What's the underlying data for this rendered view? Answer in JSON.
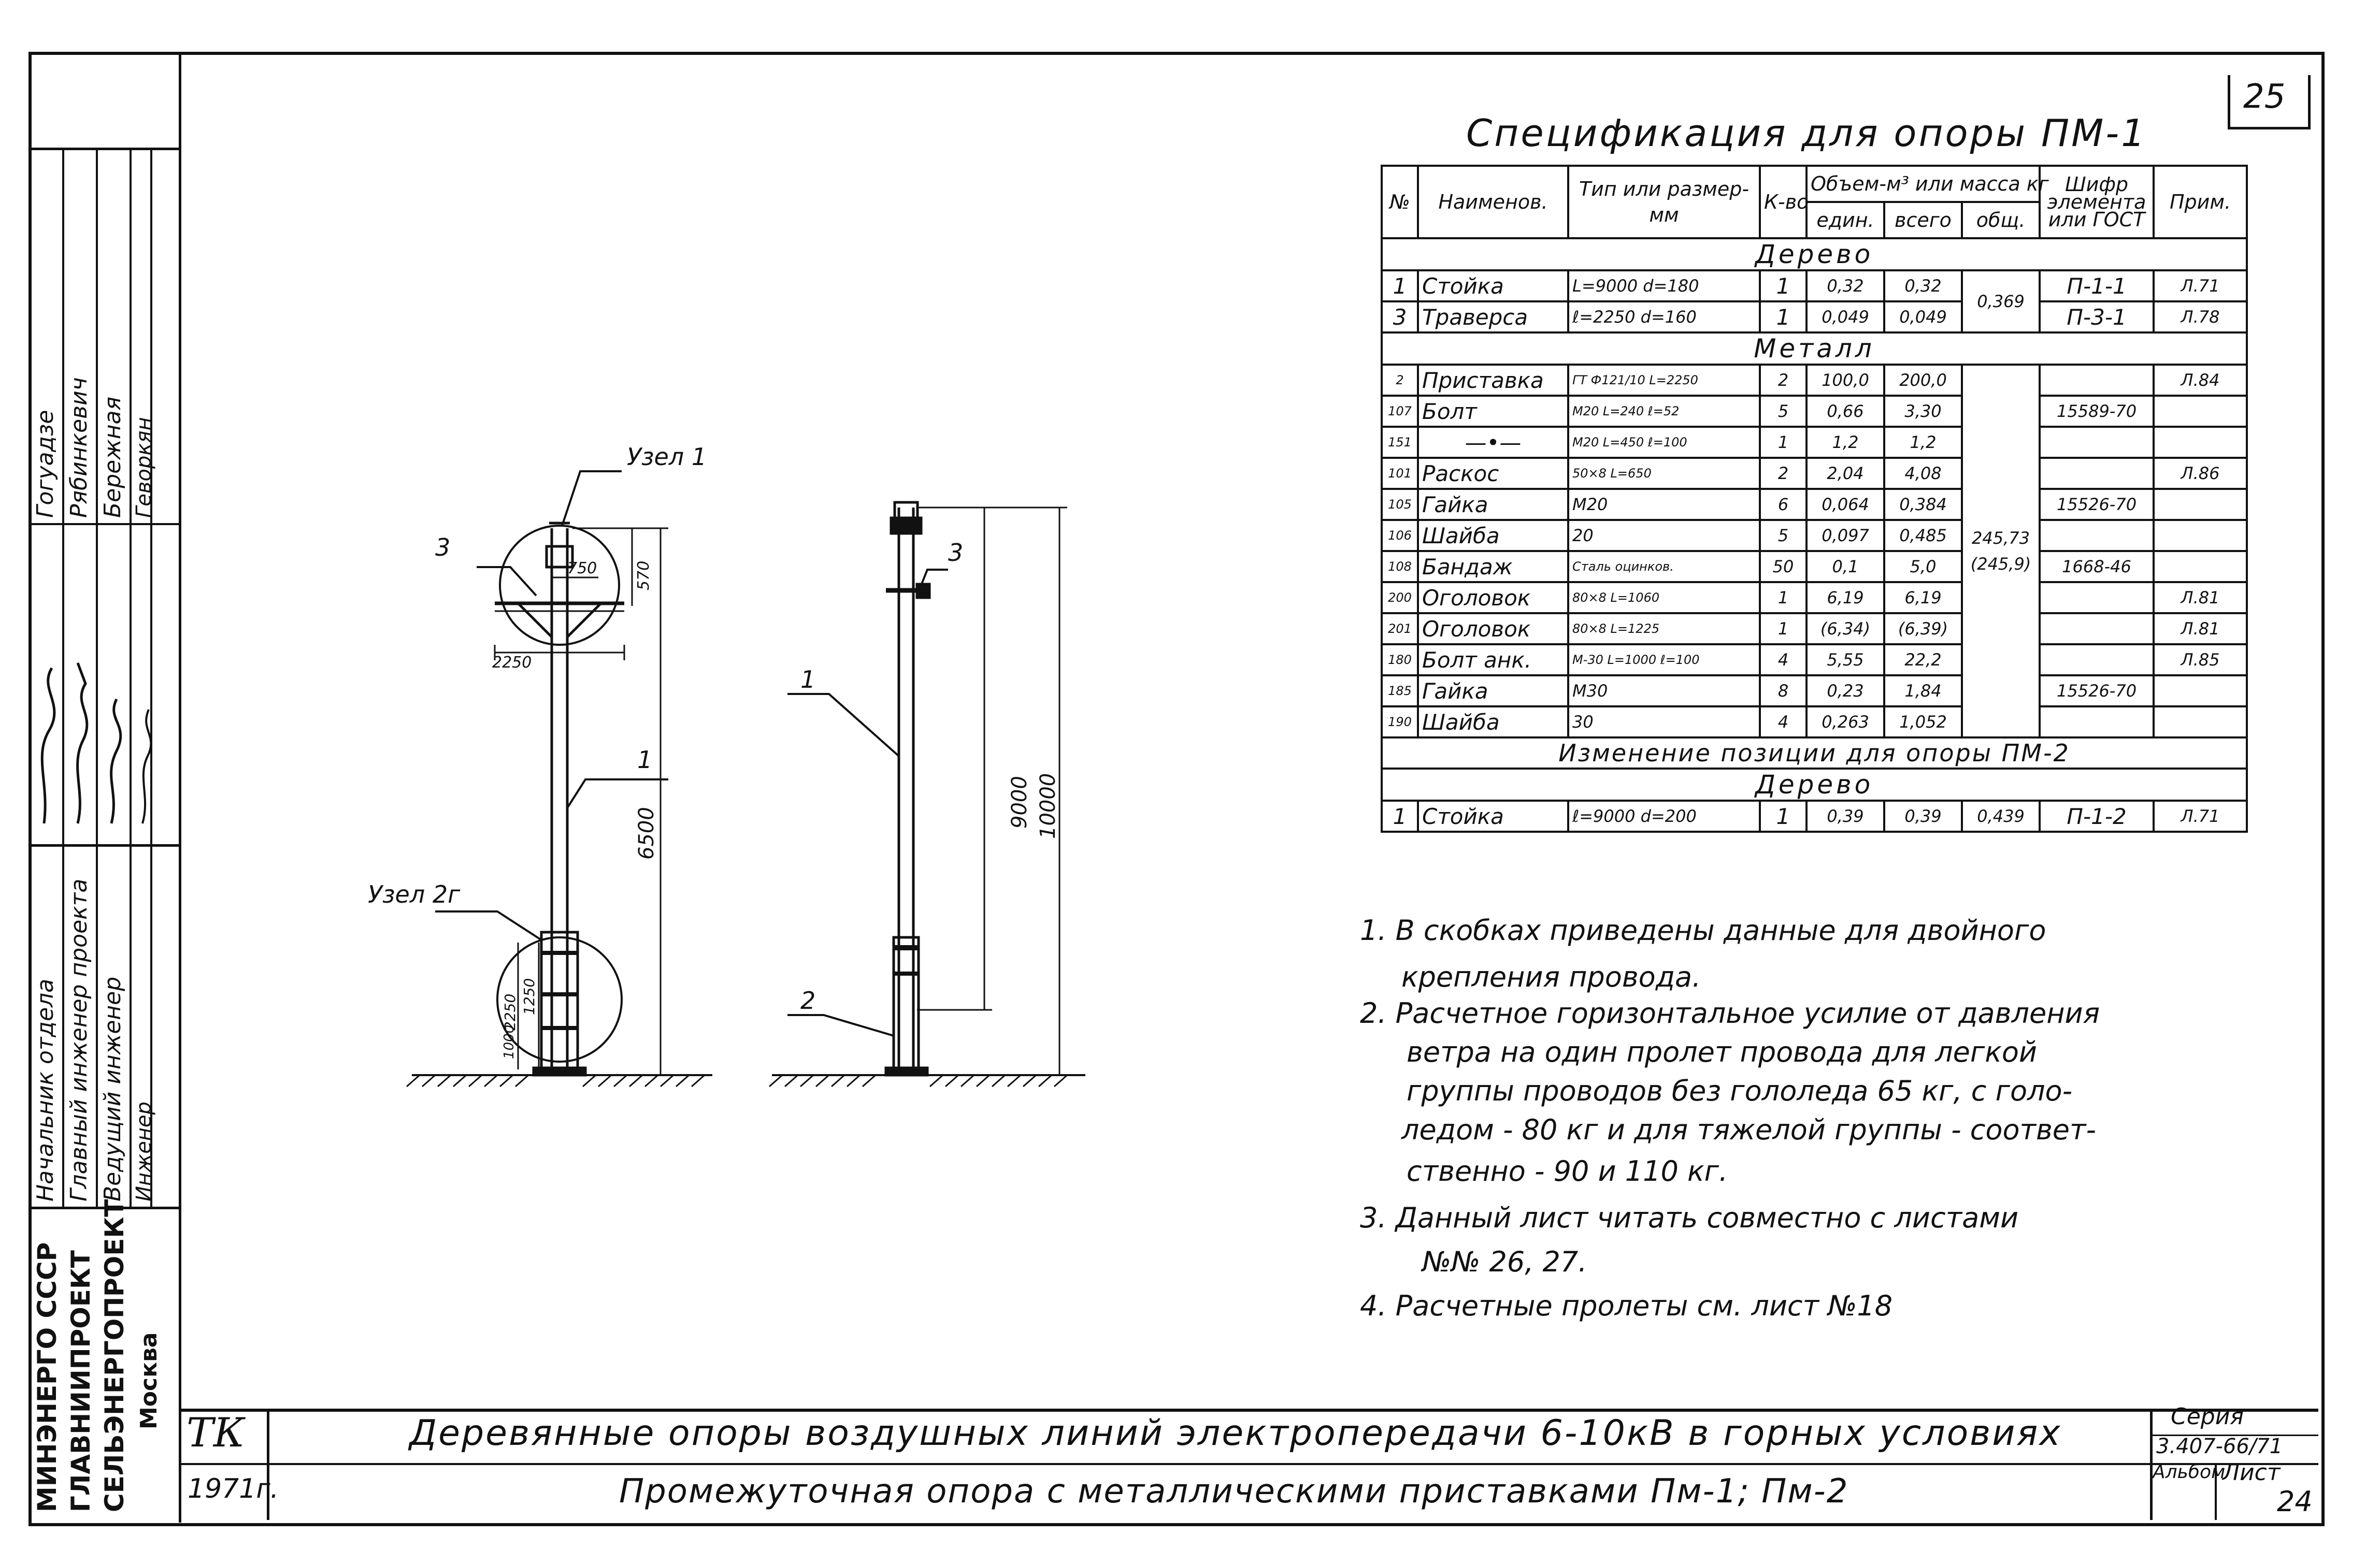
{
  "sheet_number": "25",
  "spec_title": "Спецификация для опоры ПМ-1",
  "table": {
    "headers": {
      "num": "№",
      "name": "Наименов.",
      "type": "Тип или размер-мм",
      "qty": "К-во",
      "volume_group": "Объем-м³ или масса кг",
      "unit": "един.",
      "total": "всего",
      "common": "общ.",
      "code": "Шифр элемента или ГОСТ",
      "note": "Прим."
    },
    "section_wood": "Дерево",
    "section_metal": "Металл",
    "wood_rows": [
      {
        "num": "1",
        "name": "Стойка",
        "type": "L=9000 d=180",
        "qty": "1",
        "unit": "0,32",
        "total": "0,32",
        "code": "П-1-1",
        "note": "Л.71"
      },
      {
        "num": "3",
        "name": "Траверса",
        "type": "ℓ=2250 d=160",
        "qty": "1",
        "unit": "0,049",
        "total": "0,049",
        "code": "П-3-1",
        "note": "Л.78"
      }
    ],
    "wood_common": "0,369",
    "metal_rows": [
      {
        "num": "2",
        "name": "Приставка",
        "type": "ГТ Ф121/10 L=2250",
        "qty": "2",
        "unit": "100,0",
        "total": "200,0",
        "code": "",
        "note": "Л.84"
      },
      {
        "num": "107",
        "name": "Болт",
        "type": "М20 L=240 ℓ=52",
        "qty": "5",
        "unit": "0,66",
        "total": "3,30",
        "code": "15589-70",
        "note": ""
      },
      {
        "num": "151",
        "name": "—•—",
        "type": "М20 L=450 ℓ=100",
        "qty": "1",
        "unit": "1,2",
        "total": "1,2",
        "code": "",
        "note": ""
      },
      {
        "num": "101",
        "name": "Раскос",
        "type": "50×8 L=650",
        "qty": "2",
        "unit": "2,04",
        "total": "4,08",
        "code": "",
        "note": "Л.86"
      },
      {
        "num": "105",
        "name": "Гайка",
        "type": "М20",
        "qty": "6",
        "unit": "0,064",
        "total": "0,384",
        "code": "15526-70",
        "note": ""
      },
      {
        "num": "106",
        "name": "Шайба",
        "type": "20",
        "qty": "5",
        "unit": "0,097",
        "total": "0,485",
        "code": "",
        "note": ""
      },
      {
        "num": "108",
        "name": "Бандаж",
        "type": "Сталь оцинков.",
        "qty": "50",
        "unit": "0,1",
        "total": "5,0",
        "code": "1668-46",
        "note": ""
      },
      {
        "num": "200",
        "name": "Оголовок",
        "type": "80×8 L=1060",
        "qty": "1",
        "unit": "6,19",
        "total": "6,19",
        "code": "",
        "note": "Л.81"
      },
      {
        "num": "201",
        "name": "Оголовок",
        "type": "80×8 L=1225",
        "qty": "1",
        "unit": "(6,34)",
        "total": "(6,39)",
        "code": "",
        "note": "Л.81"
      },
      {
        "num": "180",
        "name": "Болт анк.",
        "type": "М-30 L=1000 ℓ=100",
        "qty": "4",
        "unit": "5,55",
        "total": "22,2",
        "code": "",
        "note": "Л.85"
      },
      {
        "num": "185",
        "name": "Гайка",
        "type": "М30",
        "qty": "8",
        "unit": "0,23",
        "total": "1,84",
        "code": "15526-70",
        "note": ""
      },
      {
        "num": "190",
        "name": "Шайба",
        "type": "30",
        "qty": "4",
        "unit": "0,263",
        "total": "1,052",
        "code": "",
        "note": ""
      }
    ],
    "metal_common": "245,73",
    "metal_common_alt": "(245,9)",
    "changes_title": "Изменение позиции для опоры ПМ-2",
    "section_wood_2": "Дерево",
    "change_rows": [
      {
        "num": "1",
        "name": "Стойка",
        "type": "ℓ=9000 d=200",
        "qty": "1",
        "unit": "0,39",
        "total": "0,39",
        "common": "0,439",
        "code": "П-1-2",
        "note": "Л.71"
      }
    ]
  },
  "notes": [
    "1. В скобках приведены данные для двойного",
    "крепления провода.",
    "2. Расчетное горизонтальное усилие от давления",
    "ветра на один пролет провода для легкой",
    "группы проводов без гололеда 65 кг, с голо-",
    "ледом - 80 кг и для тяжелой группы - соответ-",
    "ственно - 90 и 110 кг.",
    "3. Данный лист читать совместно с листами",
    "№№ 26, 27.",
    "4. Расчетные пролеты см. лист №18"
  ],
  "drawing": {
    "node1": "Узел 1",
    "node2": "Узел 2г",
    "label_1": "1",
    "label_2": "2",
    "label_3": "3",
    "dim_750": "750",
    "dim_570": "570",
    "dim_2250": "2250",
    "dim_6500": "6500",
    "dim_2250v": "2250",
    "dim_1250": "1250",
    "dim_1000": "1000",
    "dim_9000": "9000",
    "dim_10000": "10000"
  },
  "left_strip": {
    "org1": "МИНЭНЕРГО СССР",
    "org2": "ГЛАВНИИПРОЕКТ",
    "org3": "СЕЛЬЭНЕРГОПРОЕКТ",
    "city": "Москва",
    "roles": [
      "Начальник отдела",
      "Главный инженер проекта",
      "Ведущий инженер",
      "Инженер"
    ],
    "names": [
      "Гогуадзе",
      "Рябинкевич",
      "Бережная",
      "Геворкян"
    ]
  },
  "title_block": {
    "tk": "ТК",
    "year": "1971г.",
    "title1": "Деревянные опоры воздушных линий электропередачи 6-10кВ в горных условиях",
    "title2": "Промежуточная опора с металлическими приставками Пм-1; Пм-2",
    "series_label": "Серия",
    "series_value": "3.407-66/71",
    "album_label": "Альбом",
    "sheet_label": "Лист",
    "sheet_value": "24"
  }
}
